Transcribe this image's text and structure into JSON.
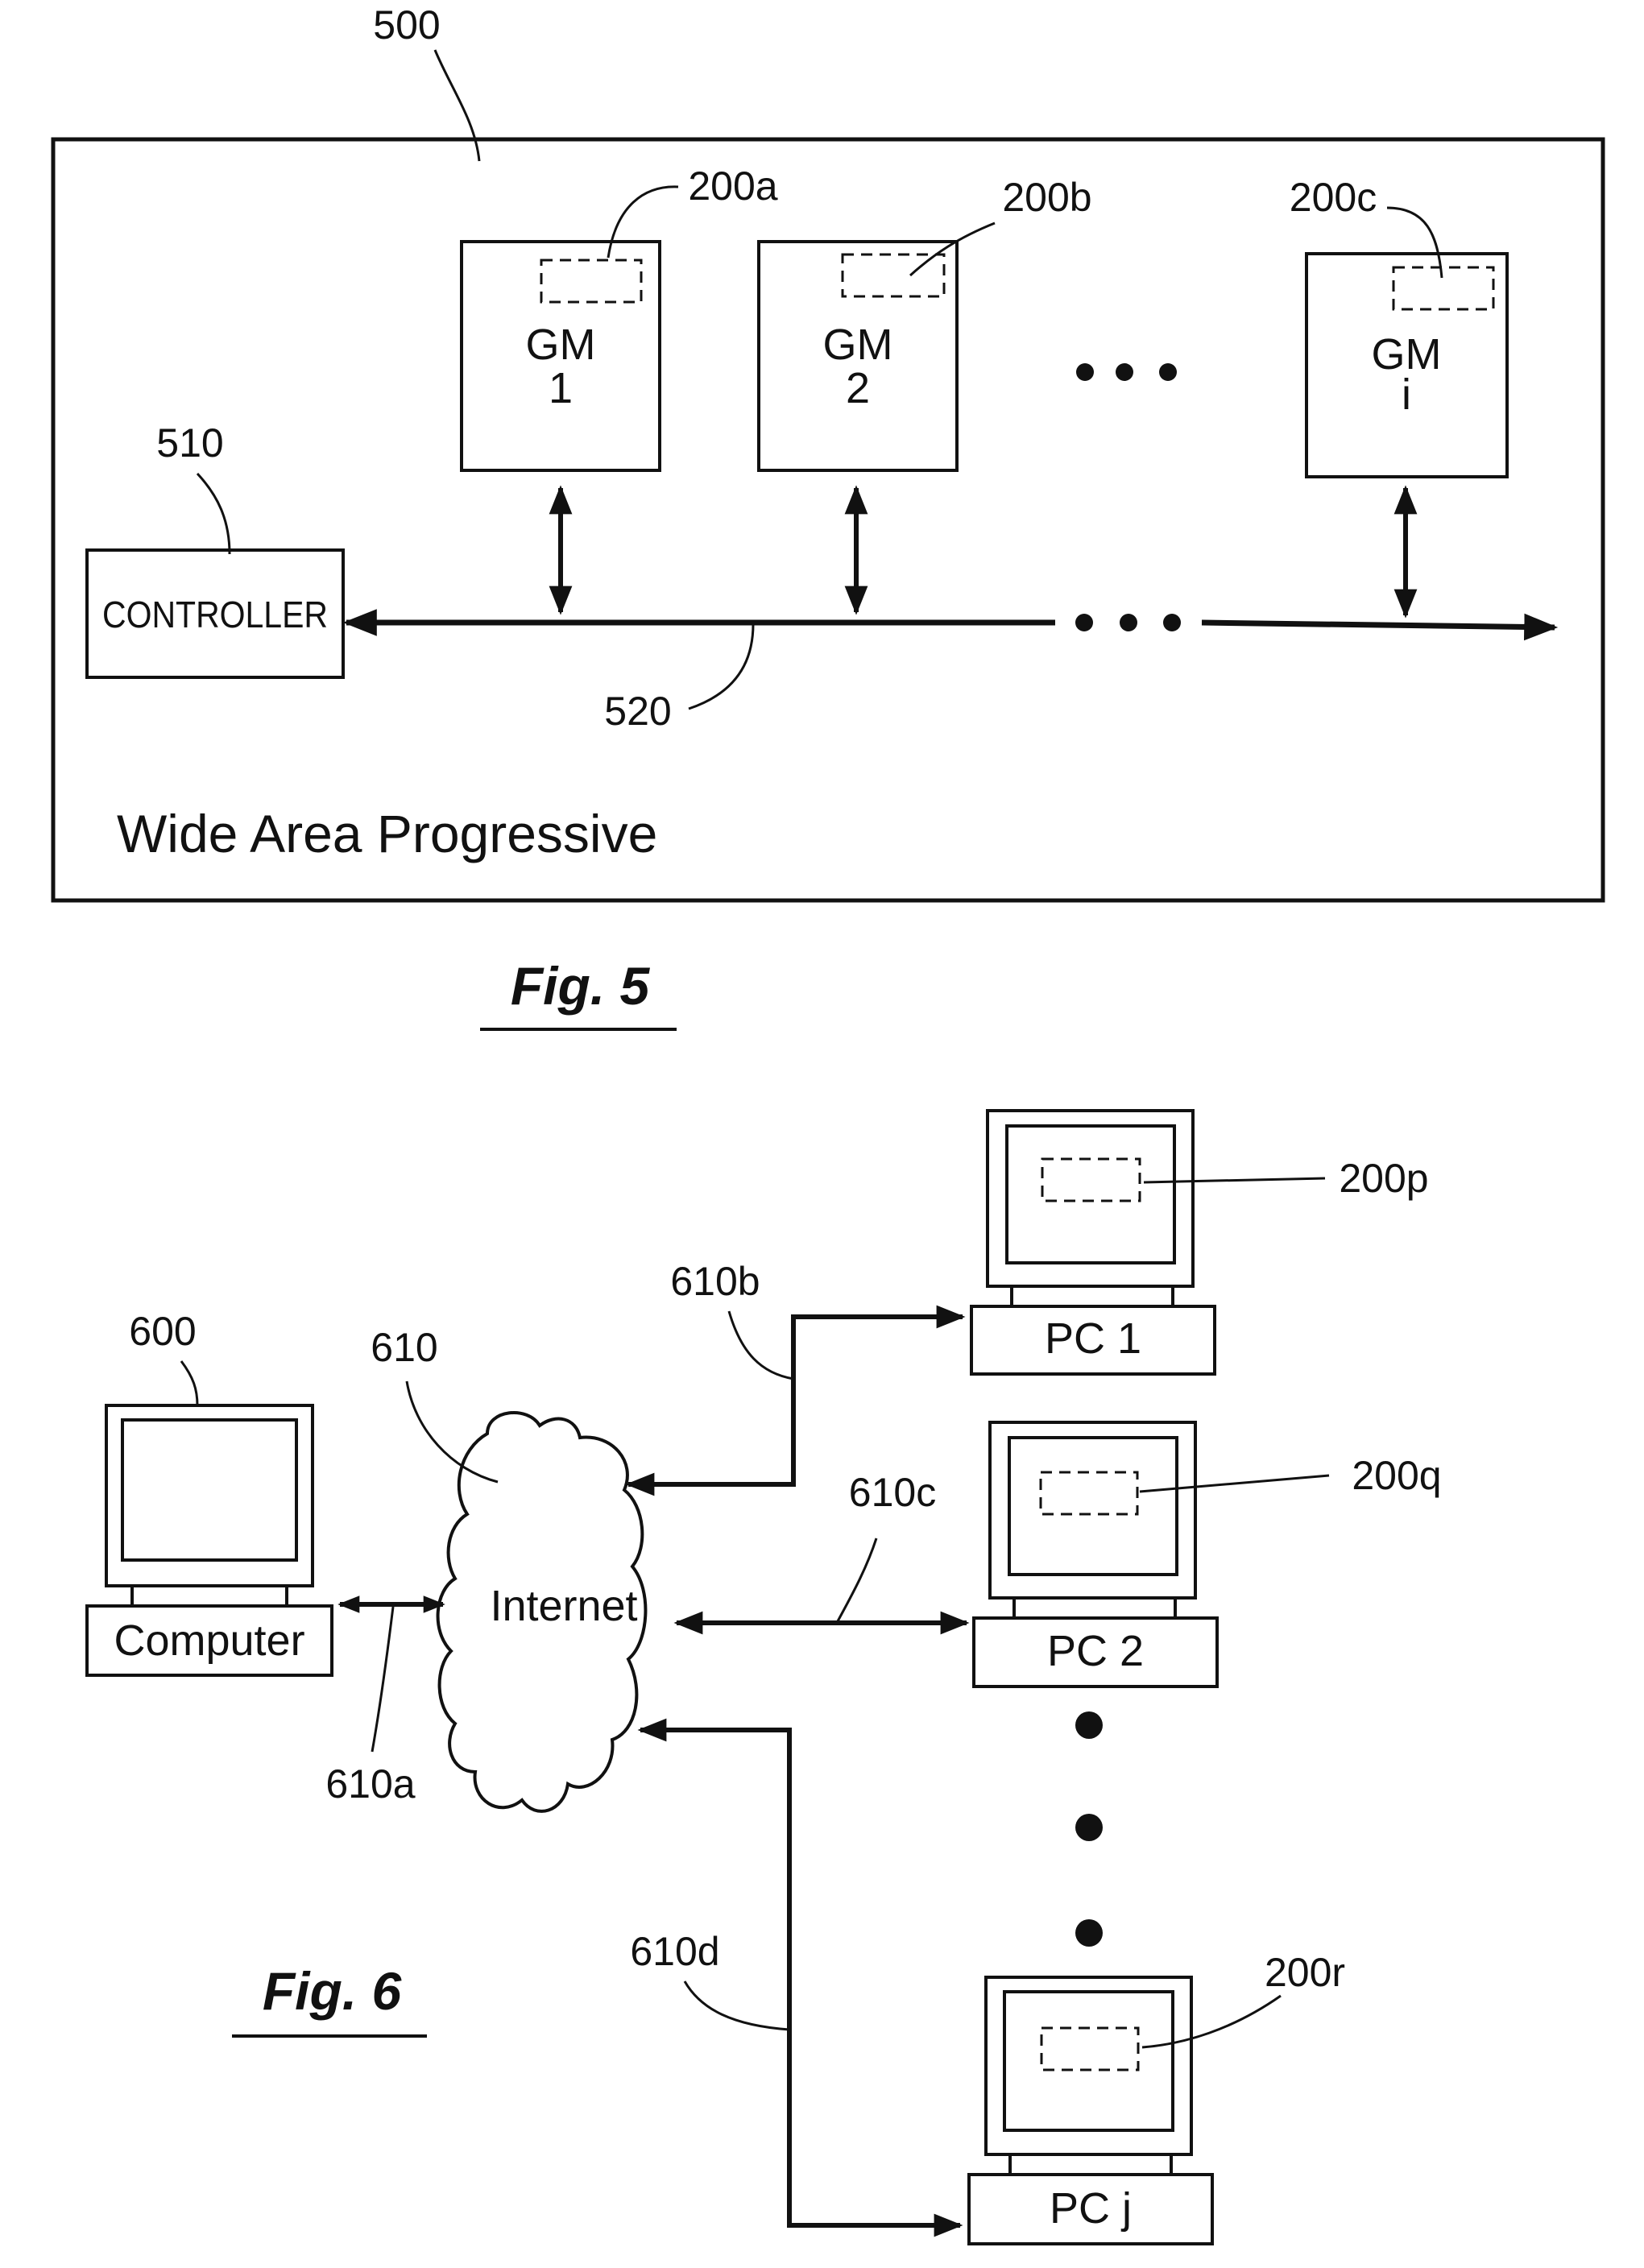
{
  "fig5": {
    "caption": "Fig. 5",
    "system_ref": "500",
    "system_name": "Wide Area Progressive",
    "controller": {
      "label": "CONTROLLER",
      "ref": "510"
    },
    "bus_ref": "520",
    "machines": [
      {
        "name": "GM",
        "index": "1",
        "ref": "200a"
      },
      {
        "name": "GM",
        "index": "2",
        "ref": "200b"
      },
      {
        "name": "GM",
        "index": "i",
        "ref": "200c"
      }
    ]
  },
  "fig6": {
    "caption": "Fig. 6",
    "computer": {
      "label": "Computer",
      "ref": "600"
    },
    "network": {
      "label": "Internet",
      "ref": "610"
    },
    "links": {
      "a": "610a",
      "b": "610b",
      "c": "610c",
      "d": "610d"
    },
    "pcs": [
      {
        "label": "PC 1",
        "ref": "200p"
      },
      {
        "label": "PC 2",
        "ref": "200q"
      },
      {
        "label": "PC j",
        "ref": "200r"
      }
    ]
  }
}
